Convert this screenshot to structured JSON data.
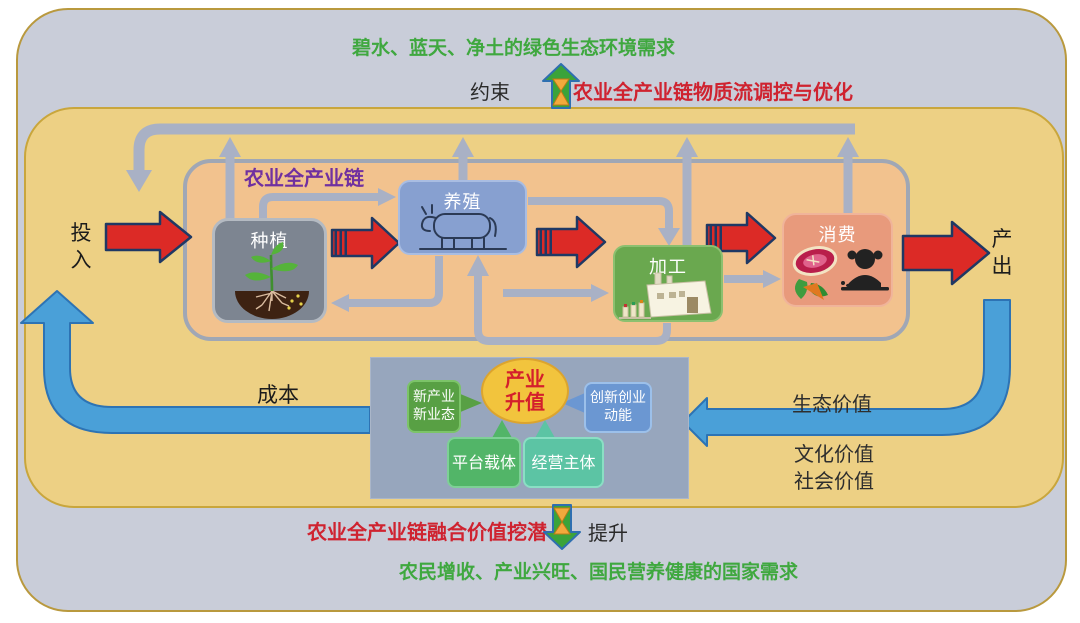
{
  "top": {
    "env_demand": "碧水、蓝天、净土的绿色生态环境需求",
    "constraint_label": "约束",
    "constraint_icon": "up-arrow-hourglass-icon",
    "regulation_title": "农业全产业链物质流调控与优化"
  },
  "chain": {
    "label": "农业全产业链",
    "input_label": "投\n入",
    "output_label": "产\n出",
    "stages": [
      {
        "name": "种植",
        "icon": "plant-with-roots-icon"
      },
      {
        "name": "养殖",
        "icon": "cow-icon"
      },
      {
        "name": "加工",
        "icon": "factory-icon"
      },
      {
        "name": "消费",
        "icon": "meal-and-diner-icon"
      }
    ]
  },
  "upgrade_panel": {
    "core": "产业\n升值",
    "left_factor": "新产业\n新业态",
    "right_factor": "创新创业\n动能",
    "bottom_left_factor": "平台载体",
    "bottom_right_factor": "经营主体"
  },
  "flows": {
    "cost_label": "成本",
    "eco_value": "生态价值",
    "culture_value": "文化价值",
    "social_value": "社会价值"
  },
  "bottom": {
    "potential_title": "农业全产业链融合价值挖潜",
    "improve_icon": "down-arrow-hourglass-icon",
    "improve_label": "提升",
    "national_demand": "农民增收、产业兴旺、国民营养健康的国家需求"
  },
  "colors": {
    "outer_bg": "#c9cdd9",
    "outer_border": "#b9993e",
    "yellow_bg": "#edd084",
    "yellow_border": "#c9a63c",
    "orange_bg": "#f2c28e",
    "orange_border": "#a0a7b5",
    "flow_gray": "#a9b1c5",
    "red_arrow": "#dc2a26",
    "red_arrow_border": "#1f3864",
    "blue_arrow": "#4aa0d8",
    "blue_arrow_border": "#2d73b4",
    "green_text": "#3fa83f",
    "red_text": "#cf2330",
    "purple_text": "#7030a0",
    "planting_box": "#7d8591",
    "breeding_box": "#87a0d0",
    "processing_box": "#6aa84f",
    "consumption_box": "#e89a7c",
    "panel_bg": "#97a6bd",
    "core_ellipse": "#f2c43d"
  }
}
